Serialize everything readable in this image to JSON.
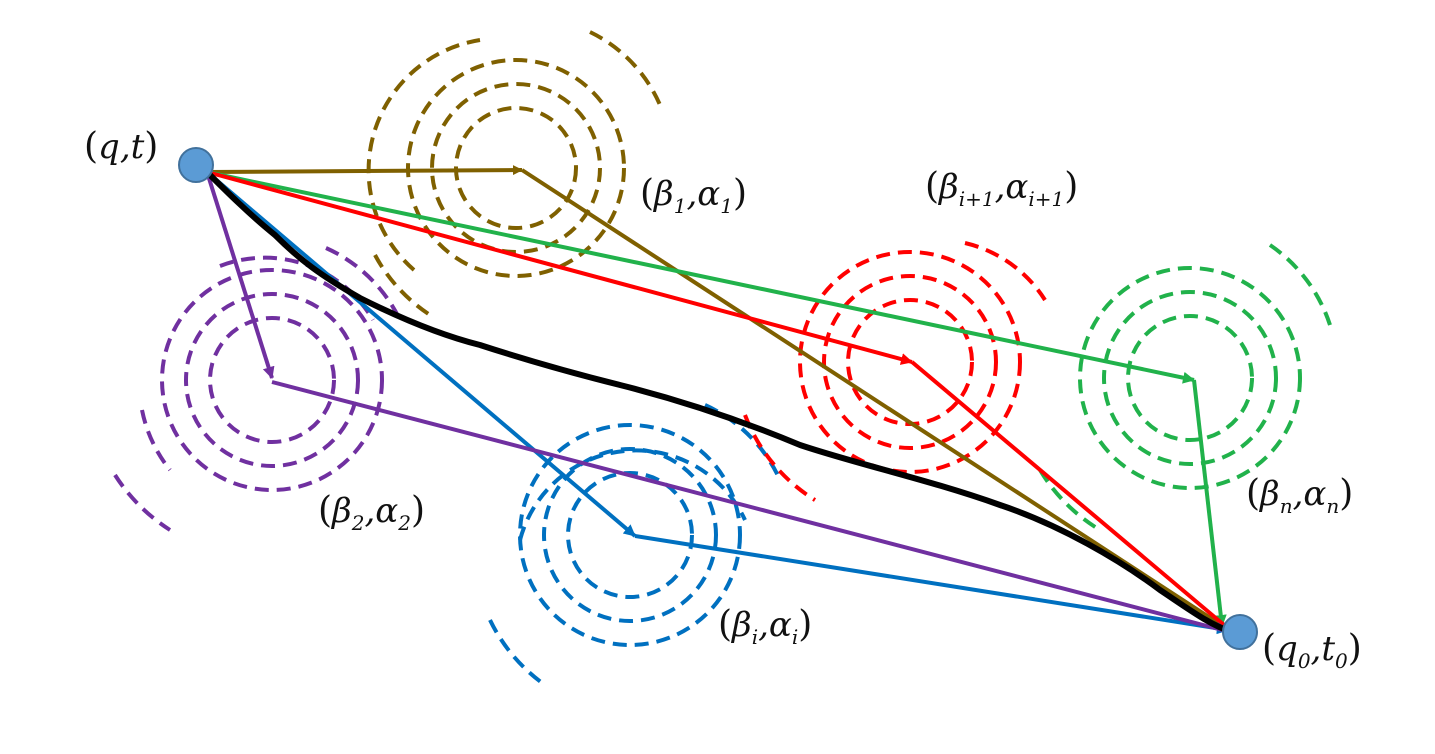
{
  "colors": {
    "olive": "#7f6000",
    "green": "#21b24b",
    "red": "#ff0000",
    "blue": "#0070c0",
    "purple": "#7030a0",
    "black": "#000000",
    "node": "#5b9bd5",
    "node_stroke": "#41719c"
  },
  "nodes": {
    "start": {
      "label": "(q,t)"
    },
    "end": {
      "label": "(q₀,t₀)"
    }
  },
  "waypoints": [
    {
      "id": "p1",
      "label": "(β₁,α₁)",
      "color": "olive"
    },
    {
      "id": "p2",
      "label": "(β₂,α₂)",
      "color": "purple"
    },
    {
      "id": "pi",
      "label": "(βᵢ,αᵢ)",
      "color": "blue"
    },
    {
      "id": "pi1",
      "label": "(βᵢ₊₁,αᵢ₊₁)",
      "color": "red"
    },
    {
      "id": "pn",
      "label": "(βₙ,αₙ)",
      "color": "green"
    }
  ],
  "labels": {
    "start": {
      "open": "(",
      "a": "q",
      "comma": ",",
      "b": "t",
      "close": ")"
    },
    "end": {
      "open": "(",
      "a": "q",
      "a_sub": "0",
      "comma": ",",
      "b": "t",
      "b_sub": "0",
      "close": ")"
    },
    "p1": {
      "open": "(",
      "a": "β",
      "a_sub": "1",
      "comma": ",",
      "b": "α",
      "b_sub": "1",
      "close": ")"
    },
    "p2": {
      "open": "(",
      "a": "β",
      "a_sub": "2",
      "comma": ",",
      "b": "α",
      "b_sub": "2",
      "close": ")"
    },
    "pi": {
      "open": "(",
      "a": "β",
      "a_sub": "i",
      "comma": ",",
      "b": "α",
      "b_sub": "i",
      "close": ")"
    },
    "pi1": {
      "open": "(",
      "a": "β",
      "a_sub": "i+1",
      "comma": ",",
      "b": "α",
      "b_sub": "i+1",
      "close": ")"
    },
    "pn": {
      "open": "(",
      "a": "β",
      "a_sub": "n",
      "comma": ",",
      "b": "α",
      "b_sub": "n",
      "close": ")"
    }
  }
}
